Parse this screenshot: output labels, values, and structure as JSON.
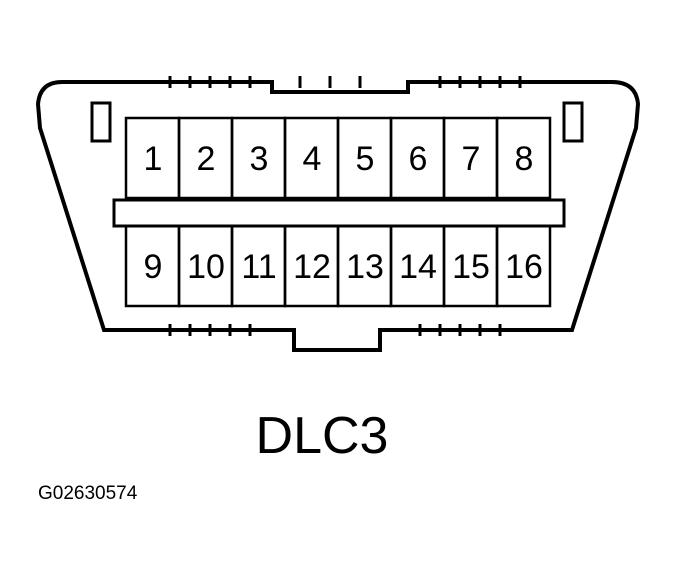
{
  "diagram": {
    "title": "DLC3",
    "figure_id": "G02630574",
    "top_row_pins": [
      "1",
      "2",
      "3",
      "4",
      "5",
      "6",
      "7",
      "8"
    ],
    "bottom_row_pins": [
      "9",
      "10",
      "11",
      "12",
      "13",
      "14",
      "15",
      "16"
    ]
  }
}
